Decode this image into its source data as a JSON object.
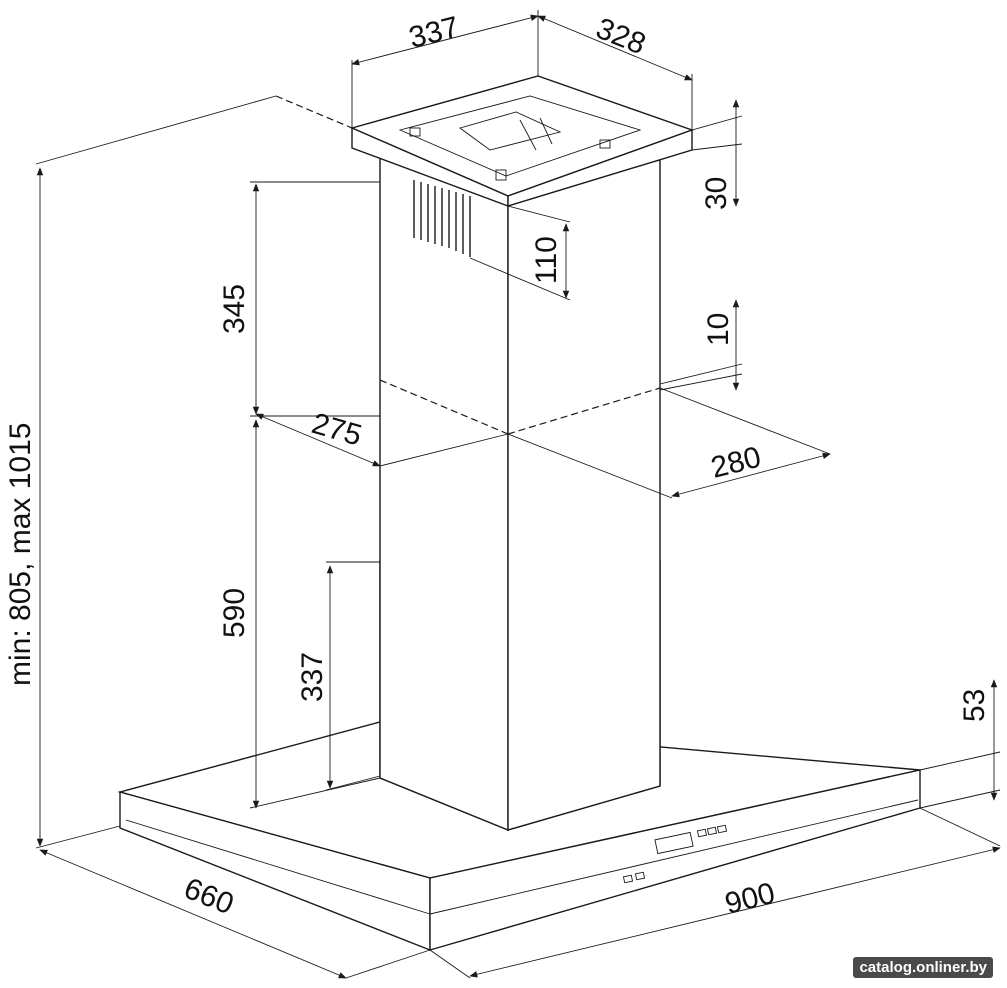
{
  "dimensions": {
    "mount_width": "337",
    "mount_depth": "328",
    "mount_height": "30",
    "vent_height": "110",
    "upper_chimney": "345",
    "gap": "10",
    "chimney_width": "275",
    "chimney_depth": "280",
    "lower_chimney": "590",
    "lower_inner": "337",
    "total_height": "min: 805, max 1015",
    "canopy_thickness": "53",
    "canopy_depth": "660",
    "canopy_width": "900"
  },
  "watermark": "catalog.onliner.by"
}
